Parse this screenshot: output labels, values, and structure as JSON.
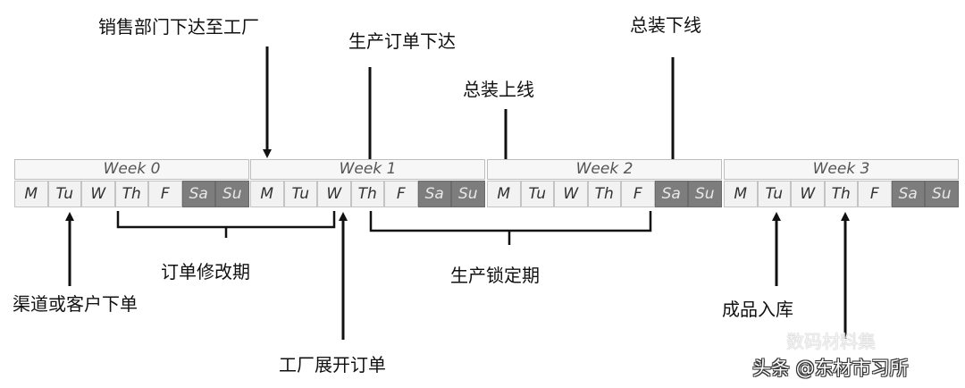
{
  "weeks": [
    {
      "label": "Week 0"
    },
    {
      "label": "Week 1"
    },
    {
      "label": "Week 2"
    },
    {
      "label": "Week 3"
    }
  ],
  "days": [
    {
      "label": "M",
      "weekend": false
    },
    {
      "label": "Tu",
      "weekend": false
    },
    {
      "label": "W",
      "weekend": false
    },
    {
      "label": "Th",
      "weekend": false
    },
    {
      "label": "F",
      "weekend": false
    },
    {
      "label": "Sa",
      "weekend": true
    },
    {
      "label": "Su",
      "weekend": true
    }
  ],
  "events_top": {
    "sales_dispatch": "销售部门下达至工厂",
    "production_order": "生产订单下达",
    "assembly_online": "总装上线",
    "assembly_offline": "总装下线"
  },
  "events_bottom": {
    "customer_order": "渠道或客户下单",
    "factory_expand": "工厂展开订单",
    "finished_goods": "成品入库"
  },
  "periods": {
    "order_modify": "订单修改期",
    "production_lock": "生产锁定期"
  },
  "watermark": {
    "faded": "数码材料集",
    "main": "头条 @东材市习所"
  },
  "colors": {
    "weekend": "#7d7d7d",
    "weekday": "#f2f2f2",
    "line": "#111111"
  }
}
